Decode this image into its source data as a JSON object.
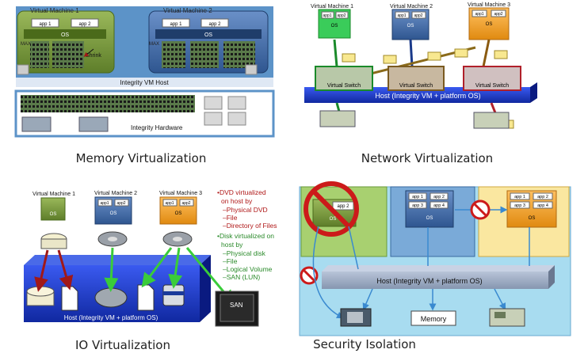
{
  "memory": {
    "vm1": "Virtual Machine 1",
    "vm2": "Virtual Machine 2",
    "app1": "app 1",
    "app2": "app 2",
    "os": "OS",
    "max": "MAX",
    "shrink": "Shrink",
    "host": "Integrity VM Host",
    "hardware": "Integrity Hardware",
    "caption": "Memory Virtualization"
  },
  "network": {
    "vm1": "Virtual Machine 1",
    "vm2": "Virtual Machine 2",
    "vm3": "Virtual Machine 3",
    "app1": "app1",
    "app2": "app2",
    "os": "OS",
    "switch": "Virtual Switch",
    "host": "Host (Integrity VM + platform OS)",
    "caption": "Network Virtualization"
  },
  "io": {
    "vm1": "Virtual Machine 1",
    "vm2": "Virtual Machine 2",
    "vm3": "Virtual Machine 3",
    "app1": "app1",
    "app2": "app2",
    "os": "OS",
    "san": "SAN",
    "host": "Host (Integrity VM + platform OS)",
    "dvd_lines": [
      "•DVD virtualized",
      "on host by",
      "  –Physical DVD",
      "  –File",
      "  –Directory of Files"
    ],
    "disk_lines": [
      "•Disk virtualized on",
      "host by",
      "  –Physical disk",
      "  –File",
      "  –Logical Volume",
      "  –SAN (LUN)"
    ],
    "caption": "IO Virtualization"
  },
  "security": {
    "app1": "app 1",
    "app2": "app 2",
    "app3": "app 3",
    "app4": "app 4",
    "os": "OS",
    "host": "Host (Integrity VM + platform OS)",
    "memory": "Memory",
    "caption": "Security Isolation"
  },
  "colors": {
    "green": "#7a9a3a",
    "blue": "#4a70a8",
    "orange": "#f0a030",
    "host_blue": "#1a3ad0",
    "switch_red": "#b0202a",
    "no_red": "#cc1a1a",
    "dvd_text": "#b01818",
    "disk_text": "#2a8a2a"
  }
}
